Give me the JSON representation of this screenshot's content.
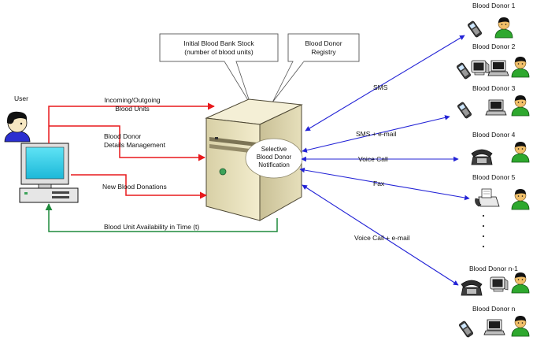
{
  "user": {
    "label": "User"
  },
  "callouts": {
    "stock": [
      "Initial Blood Bank Stock",
      "(number of blood units)"
    ],
    "registry": [
      "Blood Donor",
      "Registry"
    ]
  },
  "server": {
    "label": [
      "Selective",
      "Blood Donor",
      "Notification"
    ]
  },
  "left_flows": {
    "incoming": [
      "Incoming/Outgoing",
      "Blood Units"
    ],
    "details": [
      "Blood Donor",
      "Details Management"
    ],
    "new_donations": "New Blood Donations",
    "availability": "Blood Unit Availability in Time (t)"
  },
  "channels": {
    "sms": "SMS",
    "sms_email": "SMS + e-mail",
    "voice": "Voice Call",
    "fax": "Fax",
    "voice_email": "Voice Call + e-mail"
  },
  "donors": {
    "d1": "Blood Donor 1",
    "d2": "Blood Donor 2",
    "d3": "Blood Donor 3",
    "d4": "Blood Donor 4",
    "d5": "Blood Donor 5",
    "dn1": "Blood Donor n-1",
    "dn": "Blood Donor n"
  },
  "colors": {
    "red_arrow": "#e8191c",
    "green_arrow": "#1f8a3c",
    "blue_arrow": "#2323d6",
    "person_green": "#2ea82e",
    "server_body": "#e9e2bd"
  }
}
